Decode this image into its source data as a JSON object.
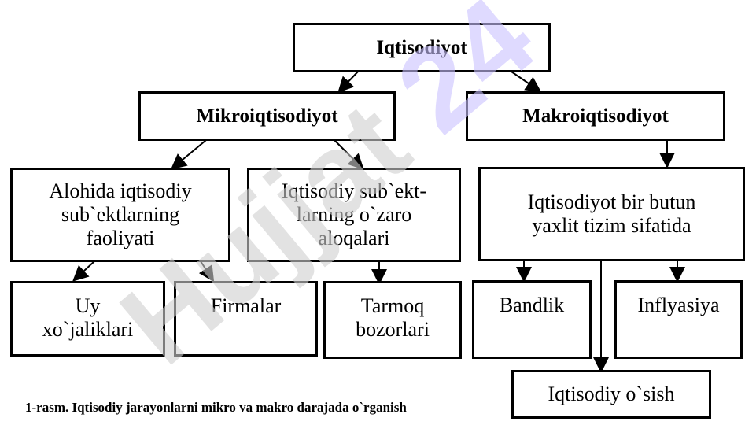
{
  "diagram": {
    "root": "Iqtisodiyot",
    "micro": "Mikroiqtisodiyot",
    "macro": "Makroiqtisodiyot",
    "micro_children": [
      "Alohida iqtisodiy sub`ektlarning faoliyati",
      "Iqtisodiy sub`ekt-larning o`zaro aloqalari"
    ],
    "macro_child": "Iqtisodiyot bir butun yaxlit tizim sifatida",
    "leaves": {
      "households": "Uy xo`jaliklari",
      "firms": "Firmalar",
      "markets": "Tarmoq bozorlari",
      "employment": "Bandlik",
      "inflation": "Inflyasiya",
      "growth": "Iqtisodiy o`sish"
    }
  },
  "caption": "1-rasm. Iqtisodiy jarayonlarni mikro va makro darajada o`rganish",
  "watermark": "Hujjat 24",
  "colors": {
    "watermark": "#c9c2ff",
    "watermark_gray": "#cfcfcf",
    "line": "#000000"
  }
}
